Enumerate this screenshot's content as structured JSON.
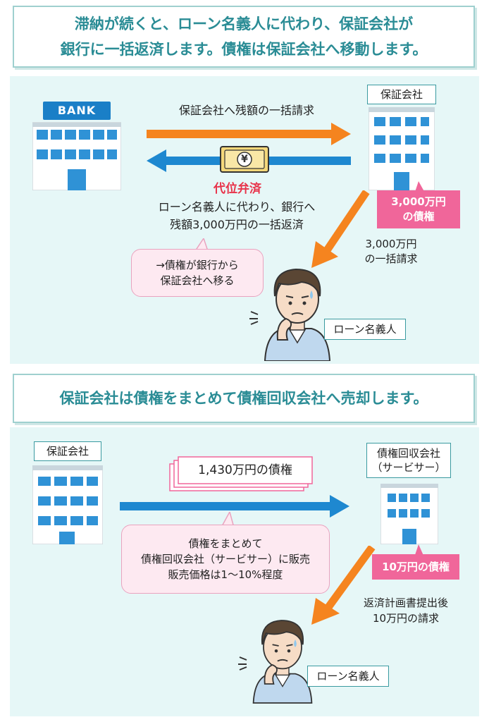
{
  "section1": {
    "header_lines": [
      "滞納が続くと、ローン名義人に代わり、保証会社が",
      "銀行に一括返済します。債権は保証会社へ移動します。"
    ],
    "bank_sign": "BANK",
    "guarantor_label": "保証会社",
    "top_arrow_text": "保証会社へ残額の一括請求",
    "yen_mark": "¥",
    "subrogation_title": "代位弁済",
    "subrogation_lines": [
      "ローン名義人に代わり、銀行へ",
      "残額3,000万円の一括返済"
    ],
    "claim_box_lines": [
      "3,000万円",
      "の債権"
    ],
    "lump_sum_lines": [
      "3,000万円",
      "の一括請求"
    ],
    "bubble_lines": [
      "→債権が銀行から",
      "保証会社へ移る"
    ],
    "borrower_label": "ローン名義人"
  },
  "section2": {
    "header_lines": [
      "保証会社は債権をまとめて債権回収会社へ売却します。"
    ],
    "guarantor_label": "保証会社",
    "claim_card": "1,430万円の債権",
    "servicer_lines": [
      "債権回収会社",
      "（サービサー）"
    ],
    "bubble_lines": [
      "債権をまとめて",
      "債権回収会社（サービサー）に販売",
      "販売価格は1〜10%程度"
    ],
    "claim_box": "10万円の債権",
    "repay_lines": [
      "返済計画書提出後",
      "10万円の請求"
    ],
    "borrower_label": "ローン名義人"
  },
  "colors": {
    "teal": "#2a8c95",
    "orange": "#f5841f",
    "blue": "#1e88d0",
    "pink": "#f0669a",
    "panel_bg": "#e6f7f7",
    "red": "#e8334a"
  }
}
